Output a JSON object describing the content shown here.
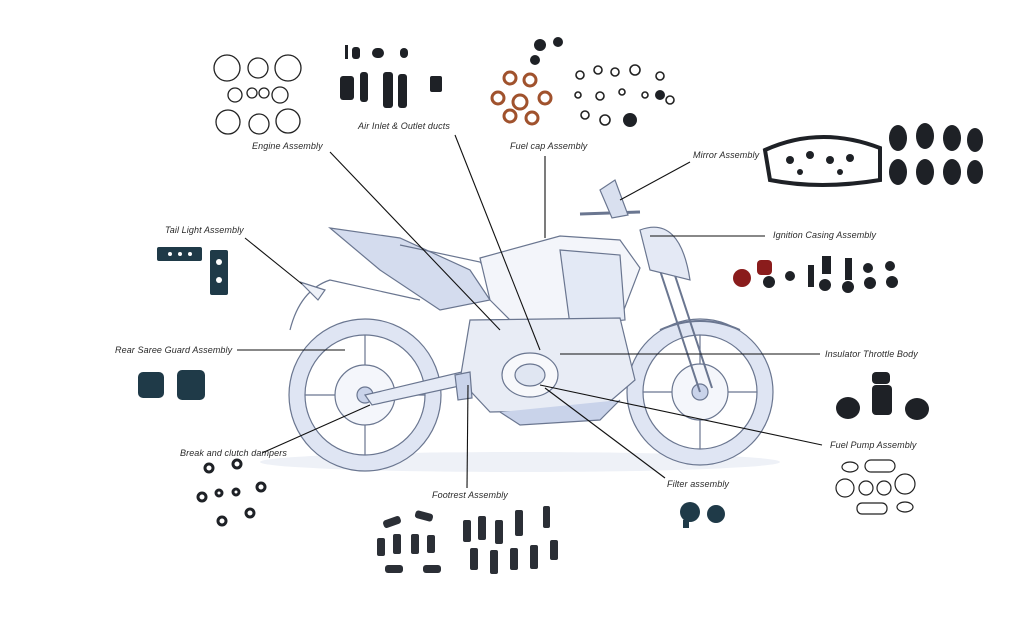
{
  "diagram": {
    "labels": {
      "engine": "Engine Assembly",
      "air_inlet": "Air Inlet & Outlet ducts",
      "fuel_cap": "Fuel cap Assembly",
      "mirror": "Mirror Assembly",
      "tail_light": "Tail Light Assembly",
      "ignition": "Ignition Casing Assembly",
      "rear_saree": "Rear Saree Guard Assembly",
      "insulator": "Insulator Throttle Body",
      "break_clutch": "Break and clutch dampers",
      "fuel_pump": "Fuel Pump Assembly",
      "filter": "Filter assembly",
      "footrest": "Footrest Assembly"
    },
    "colors": {
      "line": "#111111",
      "part_dark": "#1e2126",
      "part_teal": "#1f3a48",
      "part_red": "#8a1c1c",
      "part_copper": "#a0522d",
      "sketch": "#6a7690",
      "tint": "#c9d3ea"
    }
  }
}
